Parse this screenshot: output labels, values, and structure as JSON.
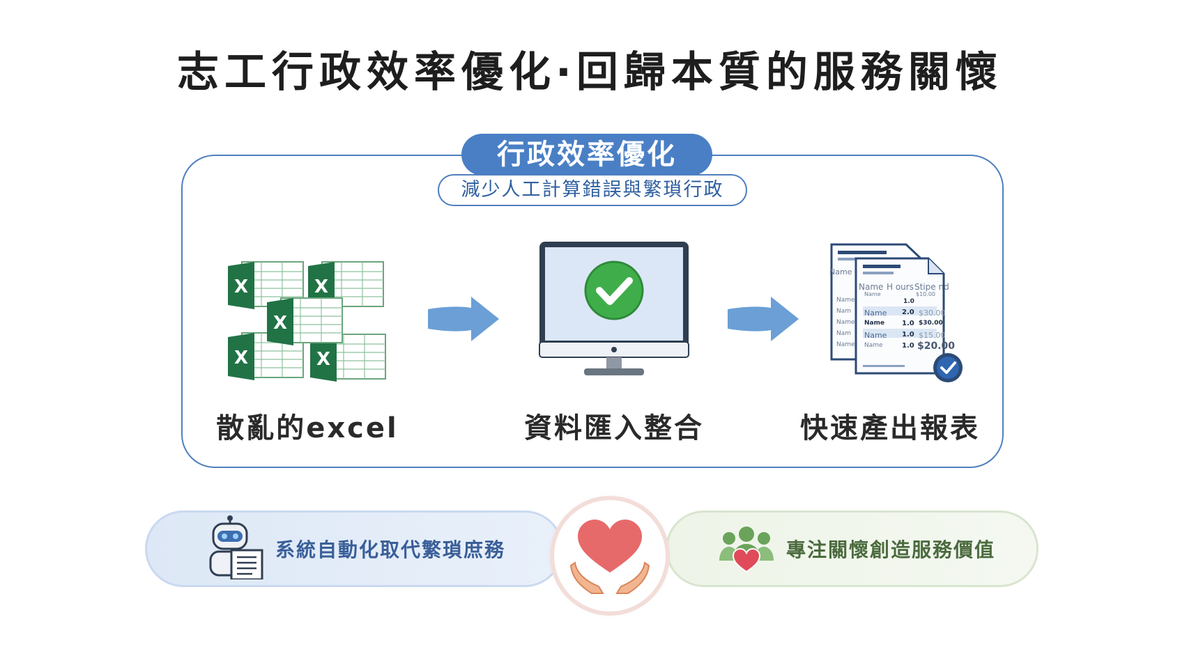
{
  "title": "志工行政效率優化‧回歸本質的服務關懷",
  "panel": {
    "heading": "行政效率優化",
    "subheading": "減少人工計算錯誤與繁瑣行政"
  },
  "steps": [
    {
      "label": "散亂的excel",
      "icon": "excel-files-icon"
    },
    {
      "label": "資料匯入整合",
      "icon": "monitor-check-icon"
    },
    {
      "label": "快速產出報表",
      "icon": "report-documents-icon"
    }
  ],
  "report_table": {
    "back_header": "Name",
    "back_rows": [
      "Name",
      "Nam",
      "Name",
      "Nam",
      "Name"
    ],
    "headers": [
      "Name",
      "H ours",
      "Stipe nd"
    ],
    "sub_headers": [
      "Name",
      "$10.00"
    ],
    "rows": [
      {
        "name": "Name",
        "hours": "2.0",
        "stipend": "$30.00"
      },
      {
        "name": "Name",
        "hours": "1.0",
        "stipend": "$30.00"
      },
      {
        "name": "Name",
        "hours": "1.0",
        "stipend": "$15.00"
      },
      {
        "name": "Name",
        "hours": "1.0",
        "stipend": "$20.00"
      }
    ],
    "first_hours": "1.0"
  },
  "bottom": {
    "left_text": "系統自動化取代繁瑣庶務",
    "right_text": "專注關懷創造服務價值",
    "left_icon": "robot-document-icon",
    "center_icon": "heart-hands-icon",
    "right_icon": "people-heart-icon"
  },
  "colors": {
    "accent_blue": "#4a7fc5",
    "excel_green": "#217346",
    "check_green": "#3fae4a",
    "arrow_blue": "#5b95d1",
    "heart_red": "#e76a6a",
    "people_green": "#6aa35a"
  }
}
